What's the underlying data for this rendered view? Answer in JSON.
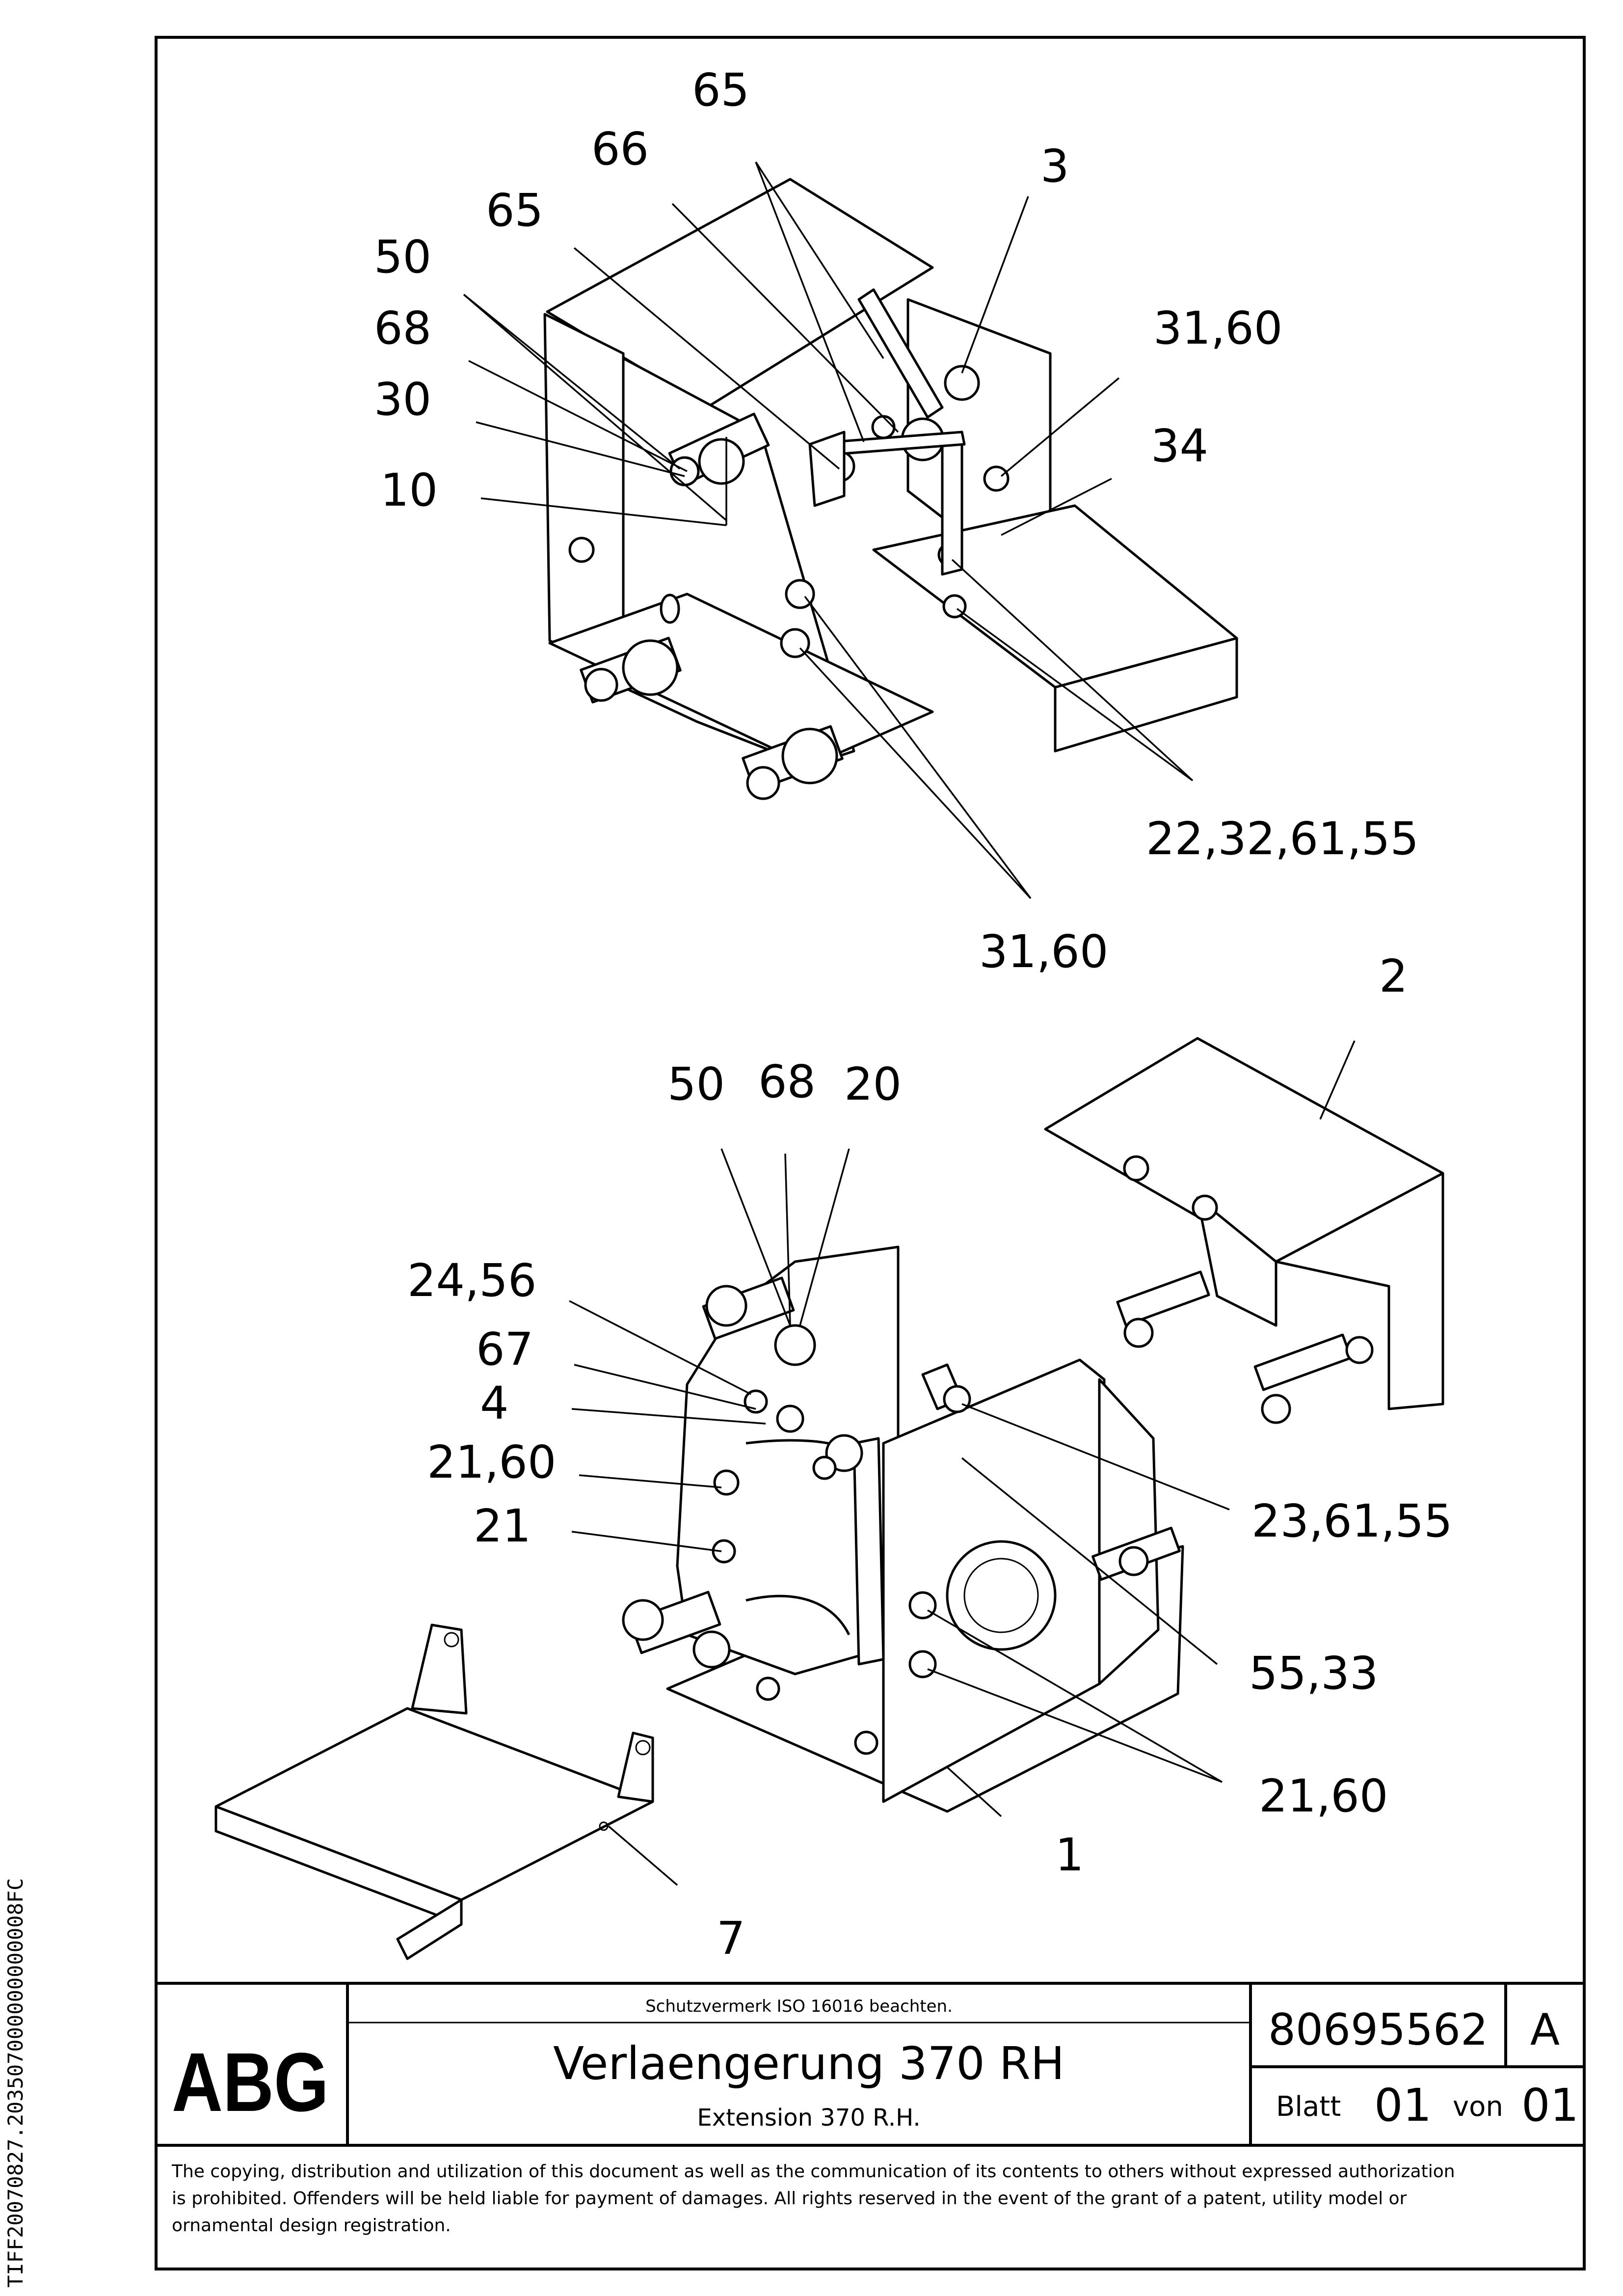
{
  "callouts": {
    "top": [
      "65",
      "66",
      "65",
      "3",
      "50",
      "68",
      "30",
      "10",
      "31,60",
      "34",
      "22,32,61,55",
      "31,60"
    ],
    "bottom": [
      "2",
      "50",
      "68",
      "20",
      "24,56",
      "67",
      "4",
      "21,60",
      "21",
      "23,61,55",
      "55,33",
      "21,60",
      "1",
      "7"
    ]
  },
  "title_block": {
    "logo": "ABG",
    "protection_note": "Schutzvermerk ISO 16016 beachten.",
    "title_de": "Verlaengerung 370 RH",
    "title_en": "Extension 370 R.H.",
    "drawing_number": "80695562",
    "revision": "A",
    "sheet_label": "Blatt",
    "sheet_number": "01",
    "of_label": "von",
    "sheet_total": "01"
  },
  "legal_notice": [
    "The copying, distribution and utilization of this document as well as the communication of its contents to others without expressed authorization",
    "is prohibited. Offenders will be held liable for payment of damages. All rights reserved in the event of the grant of a patent, utility model or",
    "ornamental design registration."
  ],
  "side_code": "TIFF20070827.203507000000000008FC"
}
